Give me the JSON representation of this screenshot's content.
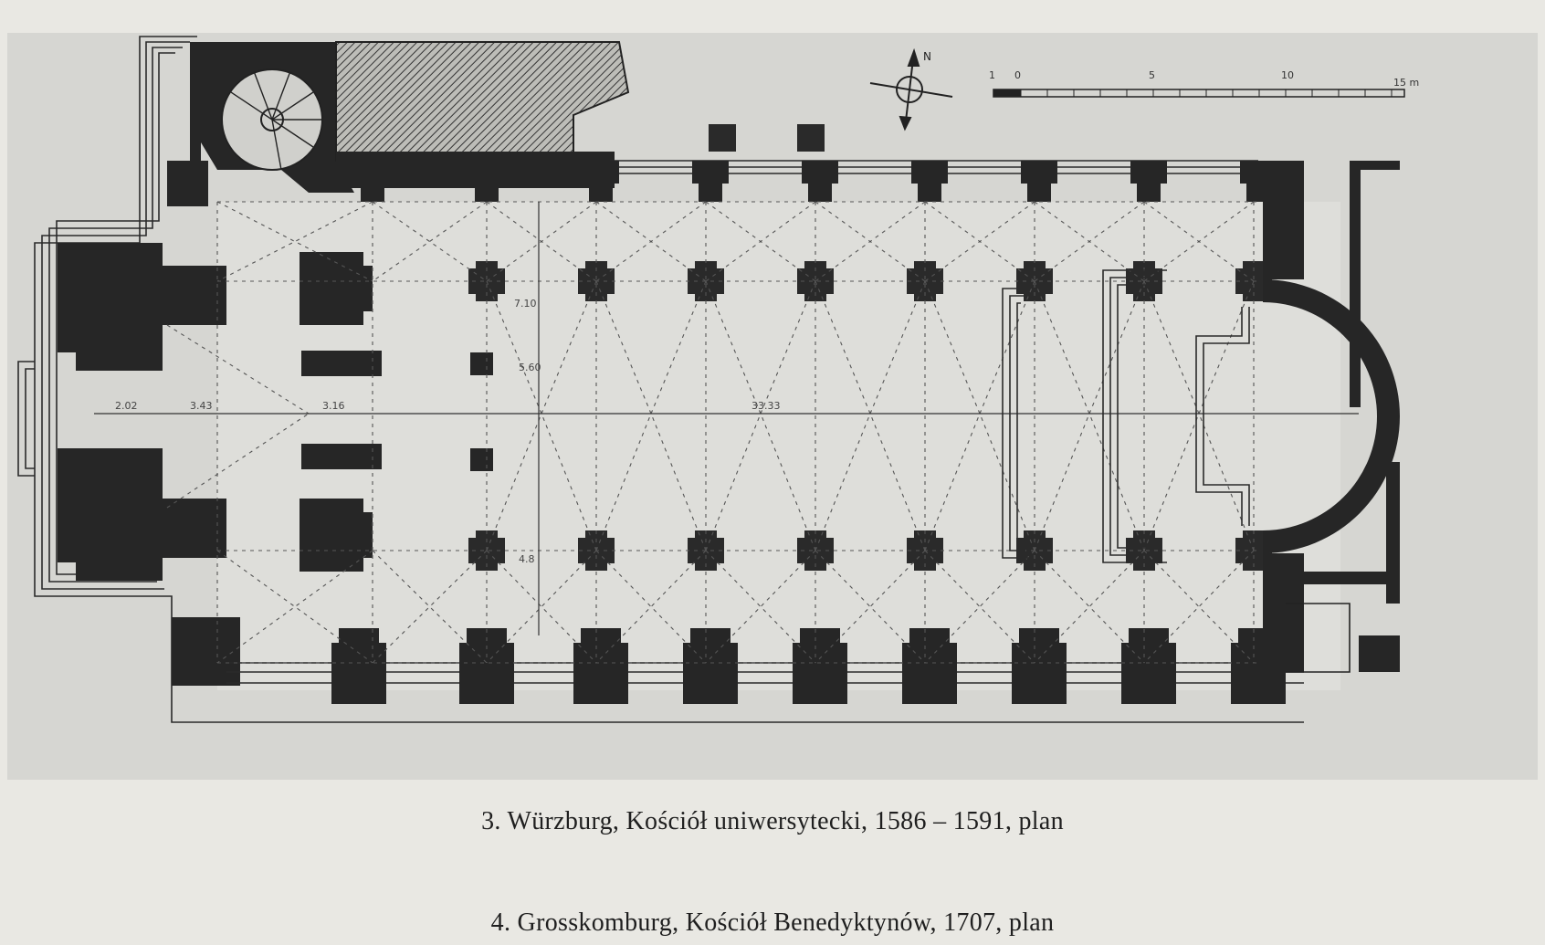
{
  "figures": [
    {
      "caption": "3. Würzburg, Kościół uniwersytecki, 1586 – 1591, plan"
    },
    {
      "caption": "4. Grosskomburg, Kościół Benedyktynów, 1707, plan"
    }
  ],
  "plan": {
    "north_label": "N",
    "scale_ticks": [
      "1",
      "0",
      "5",
      "10",
      "15 m"
    ],
    "dimension_labels": [
      "2.02",
      "3.43",
      "3.16",
      "33.33",
      "7.10",
      "5.60",
      "4.8"
    ],
    "colors": {
      "wall": "#262626",
      "paper": "#d9d9d5",
      "plate": "#d6d6d2",
      "hatch": "#3a3a3a"
    }
  }
}
